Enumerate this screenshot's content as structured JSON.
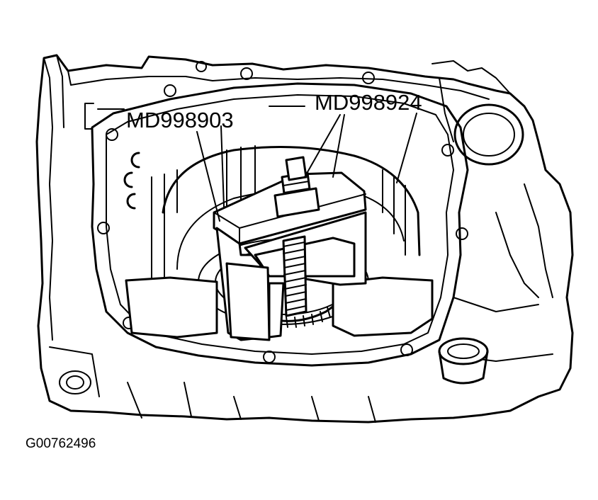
{
  "callouts": {
    "tool_1": "MD998903",
    "tool_2": "MD998924"
  },
  "figure_id": "G00762496"
}
